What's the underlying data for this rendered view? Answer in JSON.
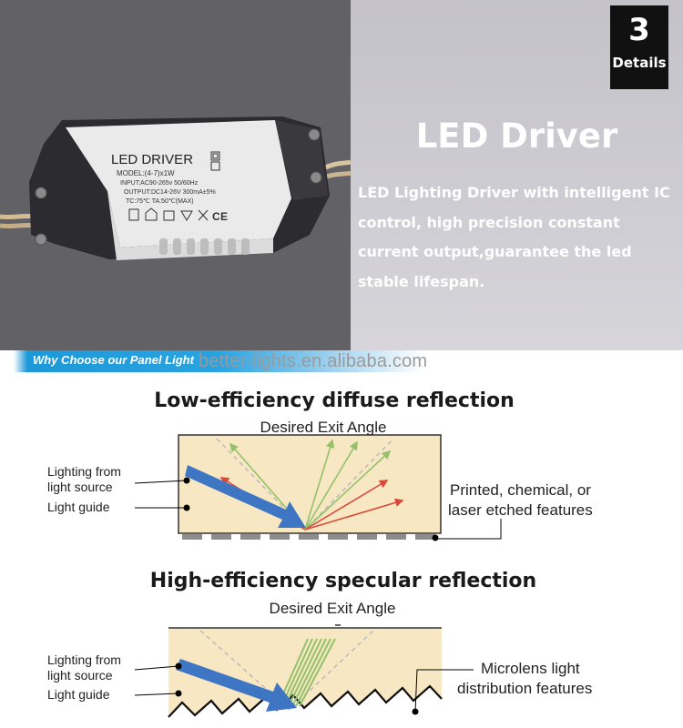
{
  "badge": {
    "number": "3",
    "label": "Details"
  },
  "hero": {
    "title": "LED Driver",
    "description": "LED Lighting Driver with intelligent IC control, high precision constant current output,guarantee the led stable lifespan."
  },
  "product_label": {
    "name": "LED DRIVER",
    "model": "MODEL:(4-7)x1W",
    "input": "INPUT:AC90-265v 50/60Hz",
    "output": "OUTPUT:DC14-26V  300mA±5%",
    "temps": "TC:75℃   TA:50℃(MAX)"
  },
  "banner": {
    "text": "Why Choose our Panel Light"
  },
  "watermark": "better-lights.en.alibaba.com",
  "diagram_low": {
    "title": "Low-efficiency diffuse reflection",
    "exit_angle": "Desired Exit Angle",
    "label_source_1": "Lighting from",
    "label_source_2": "light source",
    "label_guide": "Light guide",
    "features_1": "Printed, chemical, or",
    "features_2": "laser etched features"
  },
  "diagram_high": {
    "title": "High-efficiency specular reflection",
    "exit_angle": "Desired Exit Angle",
    "label_source_1": "Lighting from",
    "label_source_2": "light source",
    "label_guide": "Light guide",
    "features_1": "Microlens light",
    "features_2": "distribution features"
  },
  "colors": {
    "light_guide": "#f8e7c3",
    "arrow_blue": "#3f76c4",
    "ray_green": "#93c26a",
    "ray_red": "#d94a3c",
    "banner_blue": "#1d98d8"
  }
}
